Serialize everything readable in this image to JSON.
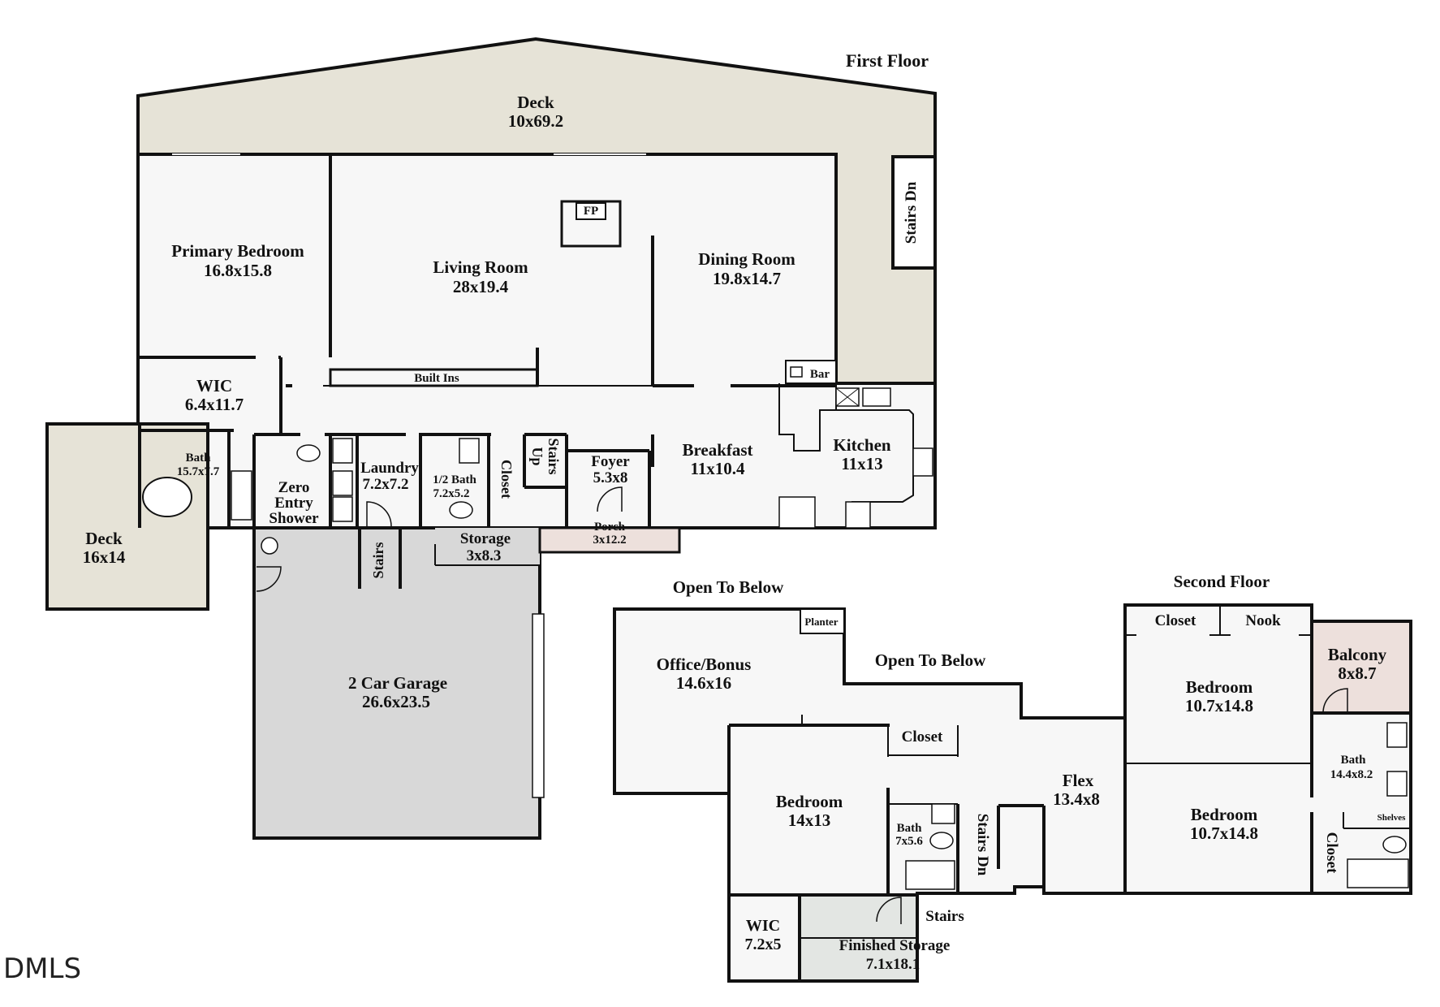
{
  "floors": {
    "first": "First Floor",
    "second": "Second Floor"
  },
  "colors": {
    "deck": "#e6e3d7",
    "garage": "#d8d8d8",
    "porch": "#ede0dc",
    "balcony": "#ede0dc",
    "finished_storage": "#e3e6e3",
    "interior": "#f7f7f7",
    "wall": "#111111"
  },
  "first_floor_rooms": [
    {
      "name": "Deck",
      "dims": "10x69.2"
    },
    {
      "name": "Primary Bedroom",
      "dims": "16.8x15.8"
    },
    {
      "name": "Living Room",
      "dims": "28x19.4"
    },
    {
      "name": "Dining Room",
      "dims": "19.8x14.7"
    },
    {
      "name": "WIC",
      "dims": "6.4x11.7"
    },
    {
      "name": "Bath",
      "dims": "15.7x7.7"
    },
    {
      "name": "Laundry",
      "dims": "7.2x7.2"
    },
    {
      "name": "1/2 Bath",
      "dims": "7.2x5.2"
    },
    {
      "name": "Foyer",
      "dims": "5.3x8"
    },
    {
      "name": "Breakfast",
      "dims": "11x10.4"
    },
    {
      "name": "Kitchen",
      "dims": "11x13"
    },
    {
      "name": "Deck",
      "dims": "16x14"
    },
    {
      "name": "Storage",
      "dims": "3x8.3"
    },
    {
      "name": "Porch",
      "dims": "3x12.2"
    },
    {
      "name": "2 Car Garage",
      "dims": "26.6x23.5"
    }
  ],
  "first_floor_labels": {
    "zero_entry": [
      "Zero",
      "Entry",
      "Shower"
    ],
    "fp": "FP",
    "built_ins": "Built Ins",
    "bar": "Bar",
    "closet": "Closet",
    "stairs_dn": "Stairs Dn",
    "stairs_up": [
      "Stairs",
      "Up"
    ],
    "stairs": "Stairs"
  },
  "second_floor_rooms": [
    {
      "name": "Office/Bonus",
      "dims": "14.6x16"
    },
    {
      "name": "Bedroom",
      "dims": "14x13"
    },
    {
      "name": "Bath",
      "dims": "7x5.6"
    },
    {
      "name": "Flex",
      "dims": "13.4x8"
    },
    {
      "name": "Bedroom",
      "dims": "10.7x14.8"
    },
    {
      "name": "Balcony",
      "dims": "8x8.7"
    },
    {
      "name": "Bath",
      "dims": "14.4x8.2"
    },
    {
      "name": "Bedroom",
      "dims": "10.7x14.8"
    },
    {
      "name": "WIC",
      "dims": "7.2x5"
    },
    {
      "name": "Finished Storage",
      "dims": "7.1x18.1"
    }
  ],
  "second_floor_labels": {
    "open_to_below": "Open To Below",
    "planter": "Planter",
    "closet": "Closet",
    "nook": "Nook",
    "stairs_dn": "Stairs Dn",
    "stairs": "Stairs",
    "shelves": "Shelves"
  },
  "watermark": "DMLS"
}
